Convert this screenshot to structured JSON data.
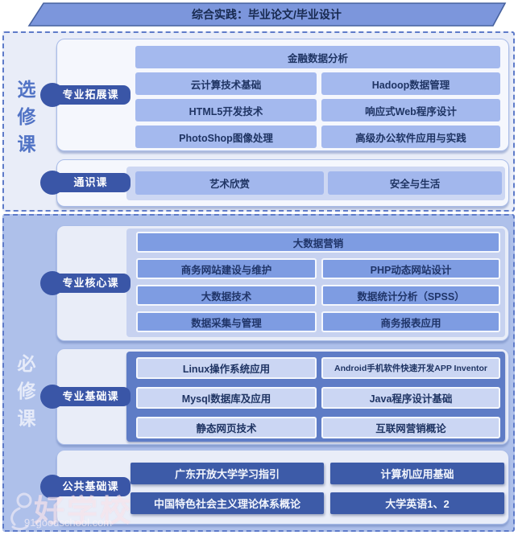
{
  "header": {
    "title": "综合实践：毕业论文/毕业设计"
  },
  "sections": [
    {
      "id": "elective",
      "side_label": "选修课",
      "groups": [
        {
          "label": "专业拓展课",
          "rows": [
            [
              "金融数据分析"
            ],
            [
              "云计算技术基础",
              "Hadoop数据管理"
            ],
            [
              "HTML5开发技术",
              "响应式Web程序设计"
            ],
            [
              "PhotoShop图像处理",
              "高级办公软件应用与实践"
            ]
          ]
        },
        {
          "label": "通识课",
          "rows": [
            [
              "艺术欣赏",
              "安全与生活"
            ]
          ]
        }
      ]
    },
    {
      "id": "required",
      "side_label": "必修课",
      "groups": [
        {
          "label": "专业核心课",
          "rows": [
            [
              "大数据营销"
            ],
            [
              "商务网站建设与维护",
              "PHP动态网站设计"
            ],
            [
              "大数据技术",
              "数据统计分析（SPSS）"
            ],
            [
              "数据采集与管理",
              "商务报表应用"
            ]
          ]
        },
        {
          "label": "专业基础课",
          "rows": [
            [
              "Linux操作系统应用",
              "Android手机软件快速开发APP Inventor"
            ],
            [
              "Mysql数据库及应用",
              "Java程序设计基础"
            ],
            [
              "静态网页技术",
              "互联网营销概论"
            ]
          ]
        },
        {
          "label": "公共基础课",
          "rows": [
            [
              "广东开放大学学习指引",
              "计算机应用基础"
            ],
            [
              "中国特色社会主义理论体系概论",
              "大学英语1、2"
            ]
          ]
        }
      ]
    }
  ],
  "watermark": {
    "logo_text": "好学校",
    "url_text": "91goodschool.com"
  },
  "colors": {
    "header_fill": "#7c96dc",
    "header_border": "#47629f",
    "elective_bg": "#e9edf8",
    "required_bg": "#aec0ea",
    "dashed_border": "#5e7bc9",
    "pill": "#3a56a7",
    "cell_light_blue": "#a4b9ee",
    "cell_medium_blue": "#7e9ce2",
    "cell_lavender": "#cbd6f3",
    "cell_dark_blue": "#3d5ba8",
    "text_navy": "#1f3463"
  }
}
